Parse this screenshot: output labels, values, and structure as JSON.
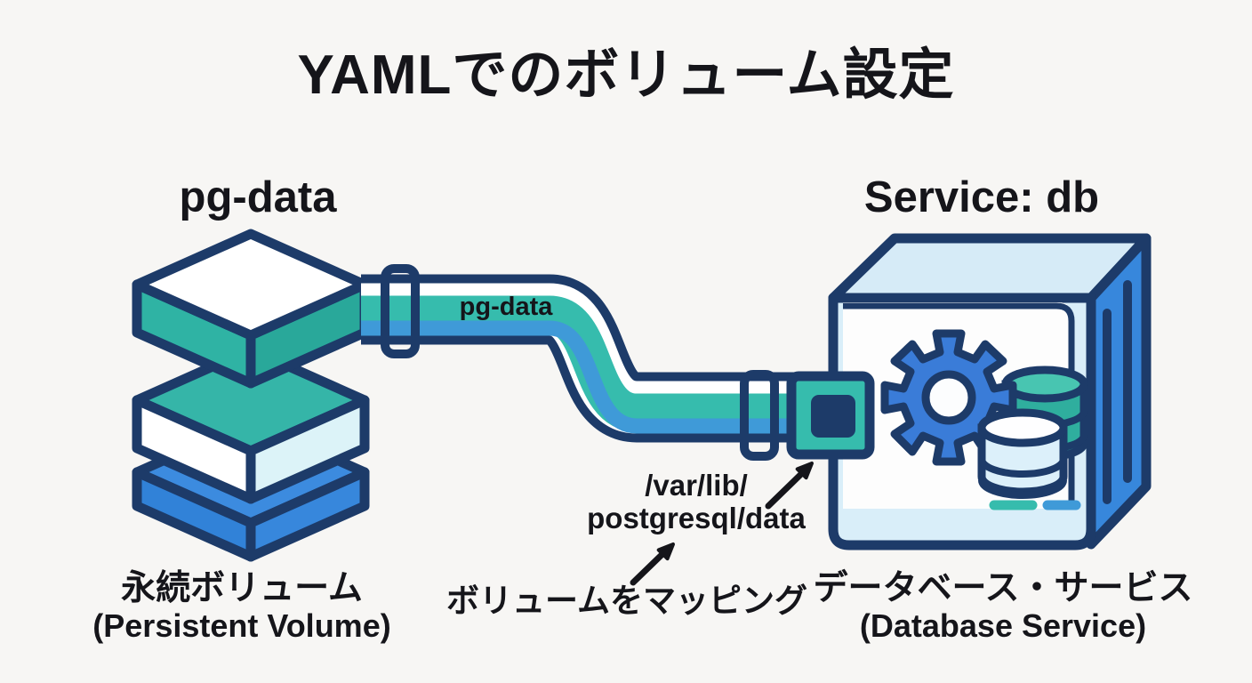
{
  "title": "YAMLでのボリューム設定",
  "persistent_volume": {
    "name": "pg-data",
    "caption_ja": "永続ボリューム",
    "caption_en": "(Persistent Volume)"
  },
  "database_service": {
    "title": "Service: db",
    "caption_ja": "データベース・サービス",
    "caption_en": "(Database Service)"
  },
  "pipe": {
    "label": "pg-data"
  },
  "mapping": {
    "mount_path_line1": "/var/lib/",
    "mount_path_line2": "postgresql/data",
    "annotation": "ボリュームをマッピング"
  },
  "colors": {
    "background": "#f7f6f4",
    "outline_navy": "#1d3b69",
    "teal": "#36bcad",
    "teal_dark": "#2fae9e",
    "teal_light": "#48c5b1",
    "pipe_blue": "#3f9ad8",
    "cube_blue": "#3787dc",
    "gear_blue": "#3a7cd8",
    "slab_blue": "#3182d8",
    "slab_blue_top": "#3c8bdf",
    "light_blue_face": "#d9eef9",
    "pale_cyan": "#dcf3f8",
    "ink": "#15151a"
  }
}
